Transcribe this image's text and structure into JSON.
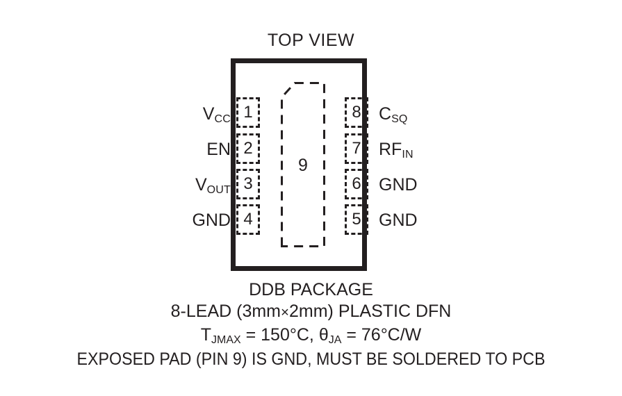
{
  "diagram": {
    "title": "TOP VIEW",
    "package_outline": {
      "name": "package-body"
    },
    "exposed_pad": {
      "number": "9"
    },
    "pins": {
      "left": [
        {
          "number": "1",
          "label_main": "V",
          "label_sub": "CC"
        },
        {
          "number": "2",
          "label_main": "EN",
          "label_sub": ""
        },
        {
          "number": "3",
          "label_main": "V",
          "label_sub": "OUT"
        },
        {
          "number": "4",
          "label_main": "GND",
          "label_sub": ""
        }
      ],
      "right": [
        {
          "number": "8",
          "label_main": "C",
          "label_sub": "SQ"
        },
        {
          "number": "7",
          "label_main": "RF",
          "label_sub": "IN"
        },
        {
          "number": "6",
          "label_main": "GND",
          "label_sub": ""
        },
        {
          "number": "5",
          "label_main": "GND",
          "label_sub": ""
        }
      ]
    },
    "caption": {
      "package_name": "DDB PACKAGE",
      "leads_prefix": "8-LEAD (3mm",
      "leads_mult": "×",
      "leads_suffix": "2mm) PLASTIC DFN",
      "thermal_t_main": "T",
      "thermal_t_sub": "JMAX",
      "thermal_t_value": " = 150°C, ",
      "thermal_theta_main": "θ",
      "thermal_theta_sub": "JA",
      "thermal_theta_value": " = 76°C/W",
      "exposed_note": "EXPOSED PAD (PIN 9) IS GND, MUST BE SOLDERED TO PCB"
    },
    "colors": {
      "ink": "#231f20",
      "background": "#ffffff"
    }
  }
}
